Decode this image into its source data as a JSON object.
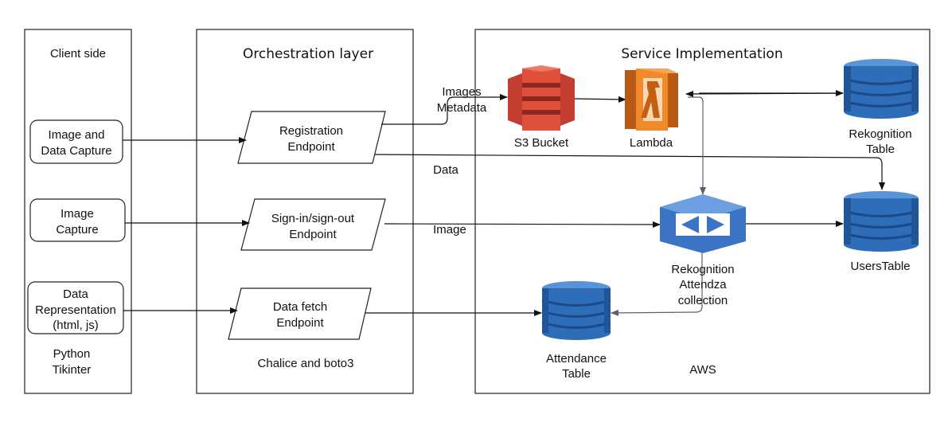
{
  "panels": {
    "client": {
      "title": "Client side",
      "boxes": [
        {
          "line1": "Image and",
          "line2": "Data Capture"
        },
        {
          "line1": "Image",
          "line2": "Capture"
        },
        {
          "line1": "Data",
          "line2": "Representation",
          "line3": "(html, js)"
        }
      ],
      "footer_line1": "Python",
      "footer_line2": "Tikinter"
    },
    "orchestration": {
      "title": "Orchestration layer",
      "endpoints": [
        {
          "line1": "Registration",
          "line2": "Endpoint"
        },
        {
          "line1": "Sign-in/sign-out",
          "line2": "Endpoint"
        },
        {
          "line1": "Data fetch",
          "line2": "Endpoint"
        }
      ],
      "footer": "Chalice and boto3"
    },
    "service": {
      "title": "Service Implementation",
      "footer": "AWS"
    }
  },
  "services": {
    "s3": {
      "label": "S3 Bucket",
      "color": "#d9442f"
    },
    "lambda": {
      "label": "Lambda",
      "color": "#e8822a"
    },
    "rekognition_table": {
      "line1": "Rekognition",
      "line2": "Table"
    },
    "users_table": {
      "label": "UsersTable"
    },
    "rekognition_collection": {
      "line1": "Rekognition",
      "line2": "Attendza",
      "line3": "collection"
    },
    "attendance_table": {
      "line1": "Attendance",
      "line2": "Table"
    }
  },
  "flow_labels": {
    "images": "Images",
    "metadata": "Metadata",
    "data": "Data",
    "image": "Image"
  },
  "colors": {
    "dynamodb": "#2e6db8",
    "dynamodb_light": "#5a93d6",
    "rekognition": "#3b74c4",
    "arrow": "#111111",
    "arrow_gray": "#5a6070"
  }
}
